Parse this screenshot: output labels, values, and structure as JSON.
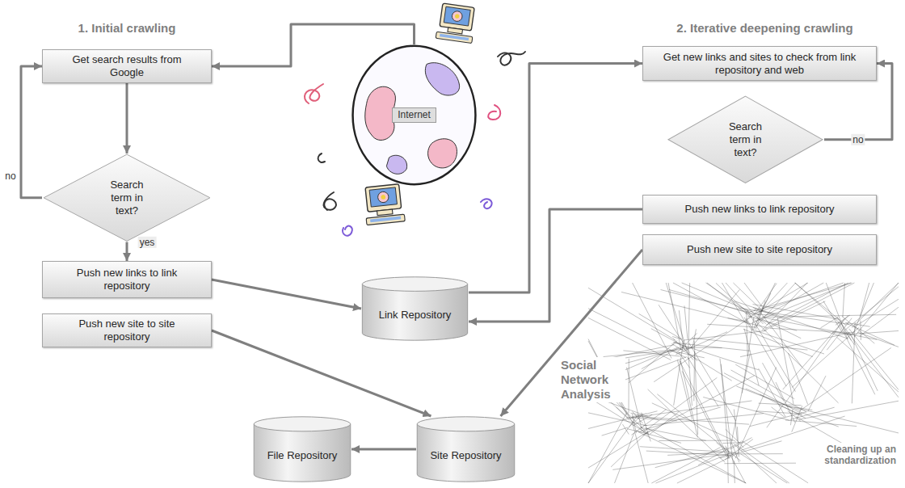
{
  "diagram": {
    "nodes": [
      {
        "text": [
          "1. Initial crawling"
        ]
      },
      {
        "text": [
          "Get search results from Google"
        ],
        "in": 0
      },
      {
        "text": [
          "Search term in text?"
        ],
        "in": 0
      },
      {
        "text": [
          "Push new links to link repository"
        ],
        "in": 0
      },
      {
        "text": [
          "Push new site to site repository"
        ],
        "in": 0
      },
      {
        "text": [
          "Internet"
        ]
      },
      {
        "text": [
          "2. Iterative deepening crawling"
        ]
      },
      {
        "text": [
          "Get new links and sites to check from link repository and web"
        ],
        "in": 6
      },
      {
        "text": [
          "Search term in text?"
        ],
        "in": 6
      },
      {
        "text": [
          "Push new links to link repository"
        ],
        "in": 6
      },
      {
        "text": [
          "Push new site to site repository"
        ],
        "in": 6
      },
      {
        "text": [
          "Link Repository"
        ]
      },
      {
        "text": [
          "File Repository"
        ]
      },
      {
        "text": [
          "Site Repository"
        ]
      }
    ],
    "edges": [
      {
        "from": 5,
        "to": 1,
        "arrow": "to"
      },
      {
        "from": 1,
        "to": 2,
        "arrow": "to"
      },
      {
        "from": 2,
        "to": 1,
        "label": "no",
        "arrow": "to"
      },
      {
        "from": 2,
        "to": 3,
        "label": "yes",
        "arrow": "to"
      },
      {
        "from": 3,
        "to": 11,
        "arrow": "to"
      },
      {
        "from": 4,
        "to": 13,
        "arrow": "to"
      },
      {
        "from": 11,
        "to": 7,
        "arrow": "to"
      },
      {
        "from": 8,
        "to": 7,
        "label": "no",
        "arrow": "to"
      },
      {
        "from": 9,
        "to": 11,
        "arrow": "to"
      },
      {
        "from": 10,
        "to": 13,
        "arrow": "to"
      },
      {
        "from": 13,
        "to": 12,
        "arrow": "to"
      }
    ],
    "labels": [
      "Social Network Analysis",
      "Cleaning up an standardization"
    ]
  }
}
